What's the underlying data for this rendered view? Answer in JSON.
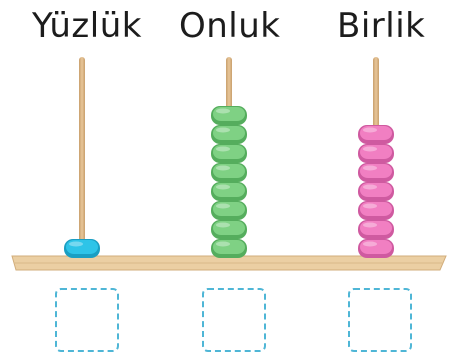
{
  "abacus": {
    "columns": [
      {
        "key": "yuzluk",
        "label": "Yüzlük",
        "bead_count": 1,
        "bead_color": "#2ec4e8",
        "bead_shade": "#1a9fc3"
      },
      {
        "key": "onluk",
        "label": "Onluk",
        "bead_count": 8,
        "bead_color": "#7fd184",
        "bead_shade": "#55ad5d"
      },
      {
        "key": "birlik",
        "label": "Birlik",
        "bead_count": 7,
        "bead_color": "#f17fc2",
        "bead_shade": "#cf5aa0"
      }
    ],
    "rod_color": "#e8c79a",
    "base_color": "#ebcfa3",
    "answer_box_border": "#4fb6d6"
  }
}
